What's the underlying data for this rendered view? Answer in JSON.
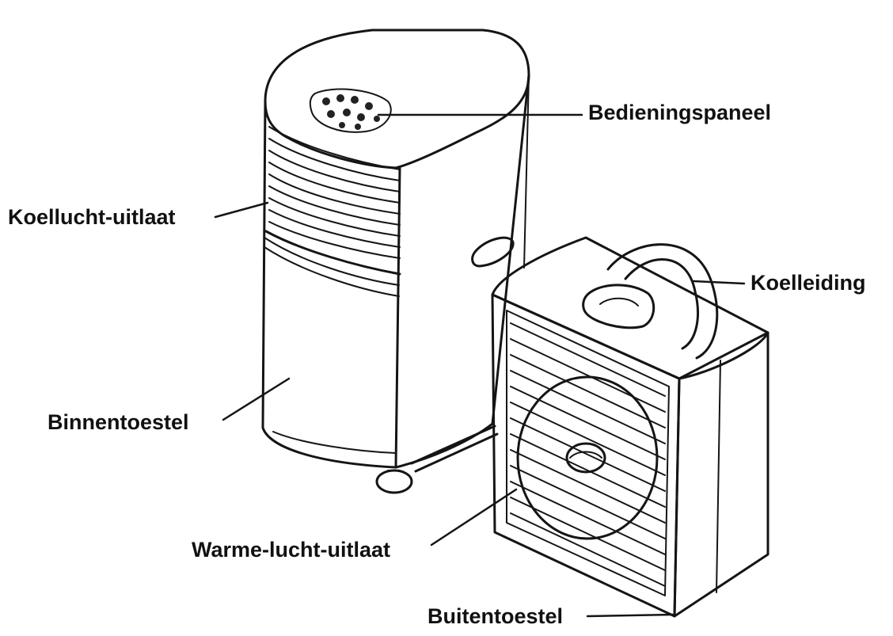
{
  "labels": {
    "control_panel": "Bedieningspaneel",
    "cool_air_outlet": "Koellucht-uitlaat",
    "cooling_pipe": "Koelleiding",
    "indoor_unit": "Binnentoestel",
    "warm_air_outlet": "Warme-lucht-uitlaat",
    "outdoor_unit": "Buitentoestel"
  },
  "colors": {
    "ink": "#151515",
    "background": "#ffffff"
  }
}
